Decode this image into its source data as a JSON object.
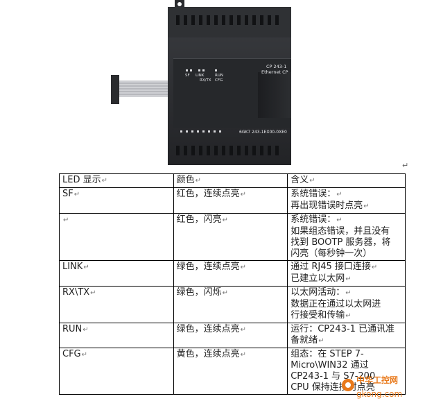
{
  "device": {
    "model_label_1": "CP 243-1",
    "model_label_2": "Ethernet CP",
    "led_labels": [
      "SF",
      "LINK",
      "RUN",
      "RX/TX",
      "CFG"
    ],
    "order_number": "6GK7 243-1EX00-0XE0"
  },
  "table": {
    "headers": [
      "LED 显示",
      "颜色",
      "含义"
    ],
    "rows": [
      {
        "led": "SF",
        "color": "红色，连续点亮",
        "meaning": [
          "系统错误：",
          "再出现错误时点亮"
        ]
      },
      {
        "led": "",
        "color": "红色，闪亮",
        "meaning": [
          "系统错误：",
          "如果组态错误，并且没有",
          "找到 BOOTP 服务器，将",
          "闪亮（每秒钟一次）"
        ]
      },
      {
        "led": "LINK",
        "color": "绿色，连续点亮",
        "meaning": [
          "通过 RJ45 接口连接",
          "已建立以太网"
        ]
      },
      {
        "led": "RX\\TX",
        "color": "绿色，闪烁",
        "meaning": [
          "以太网活动：",
          "数据正在通过以太网进",
          "行接受和传输"
        ]
      },
      {
        "led": "RUN",
        "color": "绿色，连续点亮",
        "meaning": [
          "运行：CP243-1 已通讯准",
          "备就绪"
        ]
      },
      {
        "led": "CFG",
        "color": "黄色，连续点亮",
        "meaning": [
          "组态：在 STEP 7-",
          "Micro\\WIN32 通过",
          "CP243-1 与 S7-200",
          "CPU 保持连接时点亮"
        ]
      }
    ]
  },
  "watermark": {
    "brand": "中华工控网",
    "url": "gkong.com"
  },
  "colors": {
    "device_body": "#2b2d30",
    "watermark": "#e8791b",
    "border": "#000000"
  }
}
